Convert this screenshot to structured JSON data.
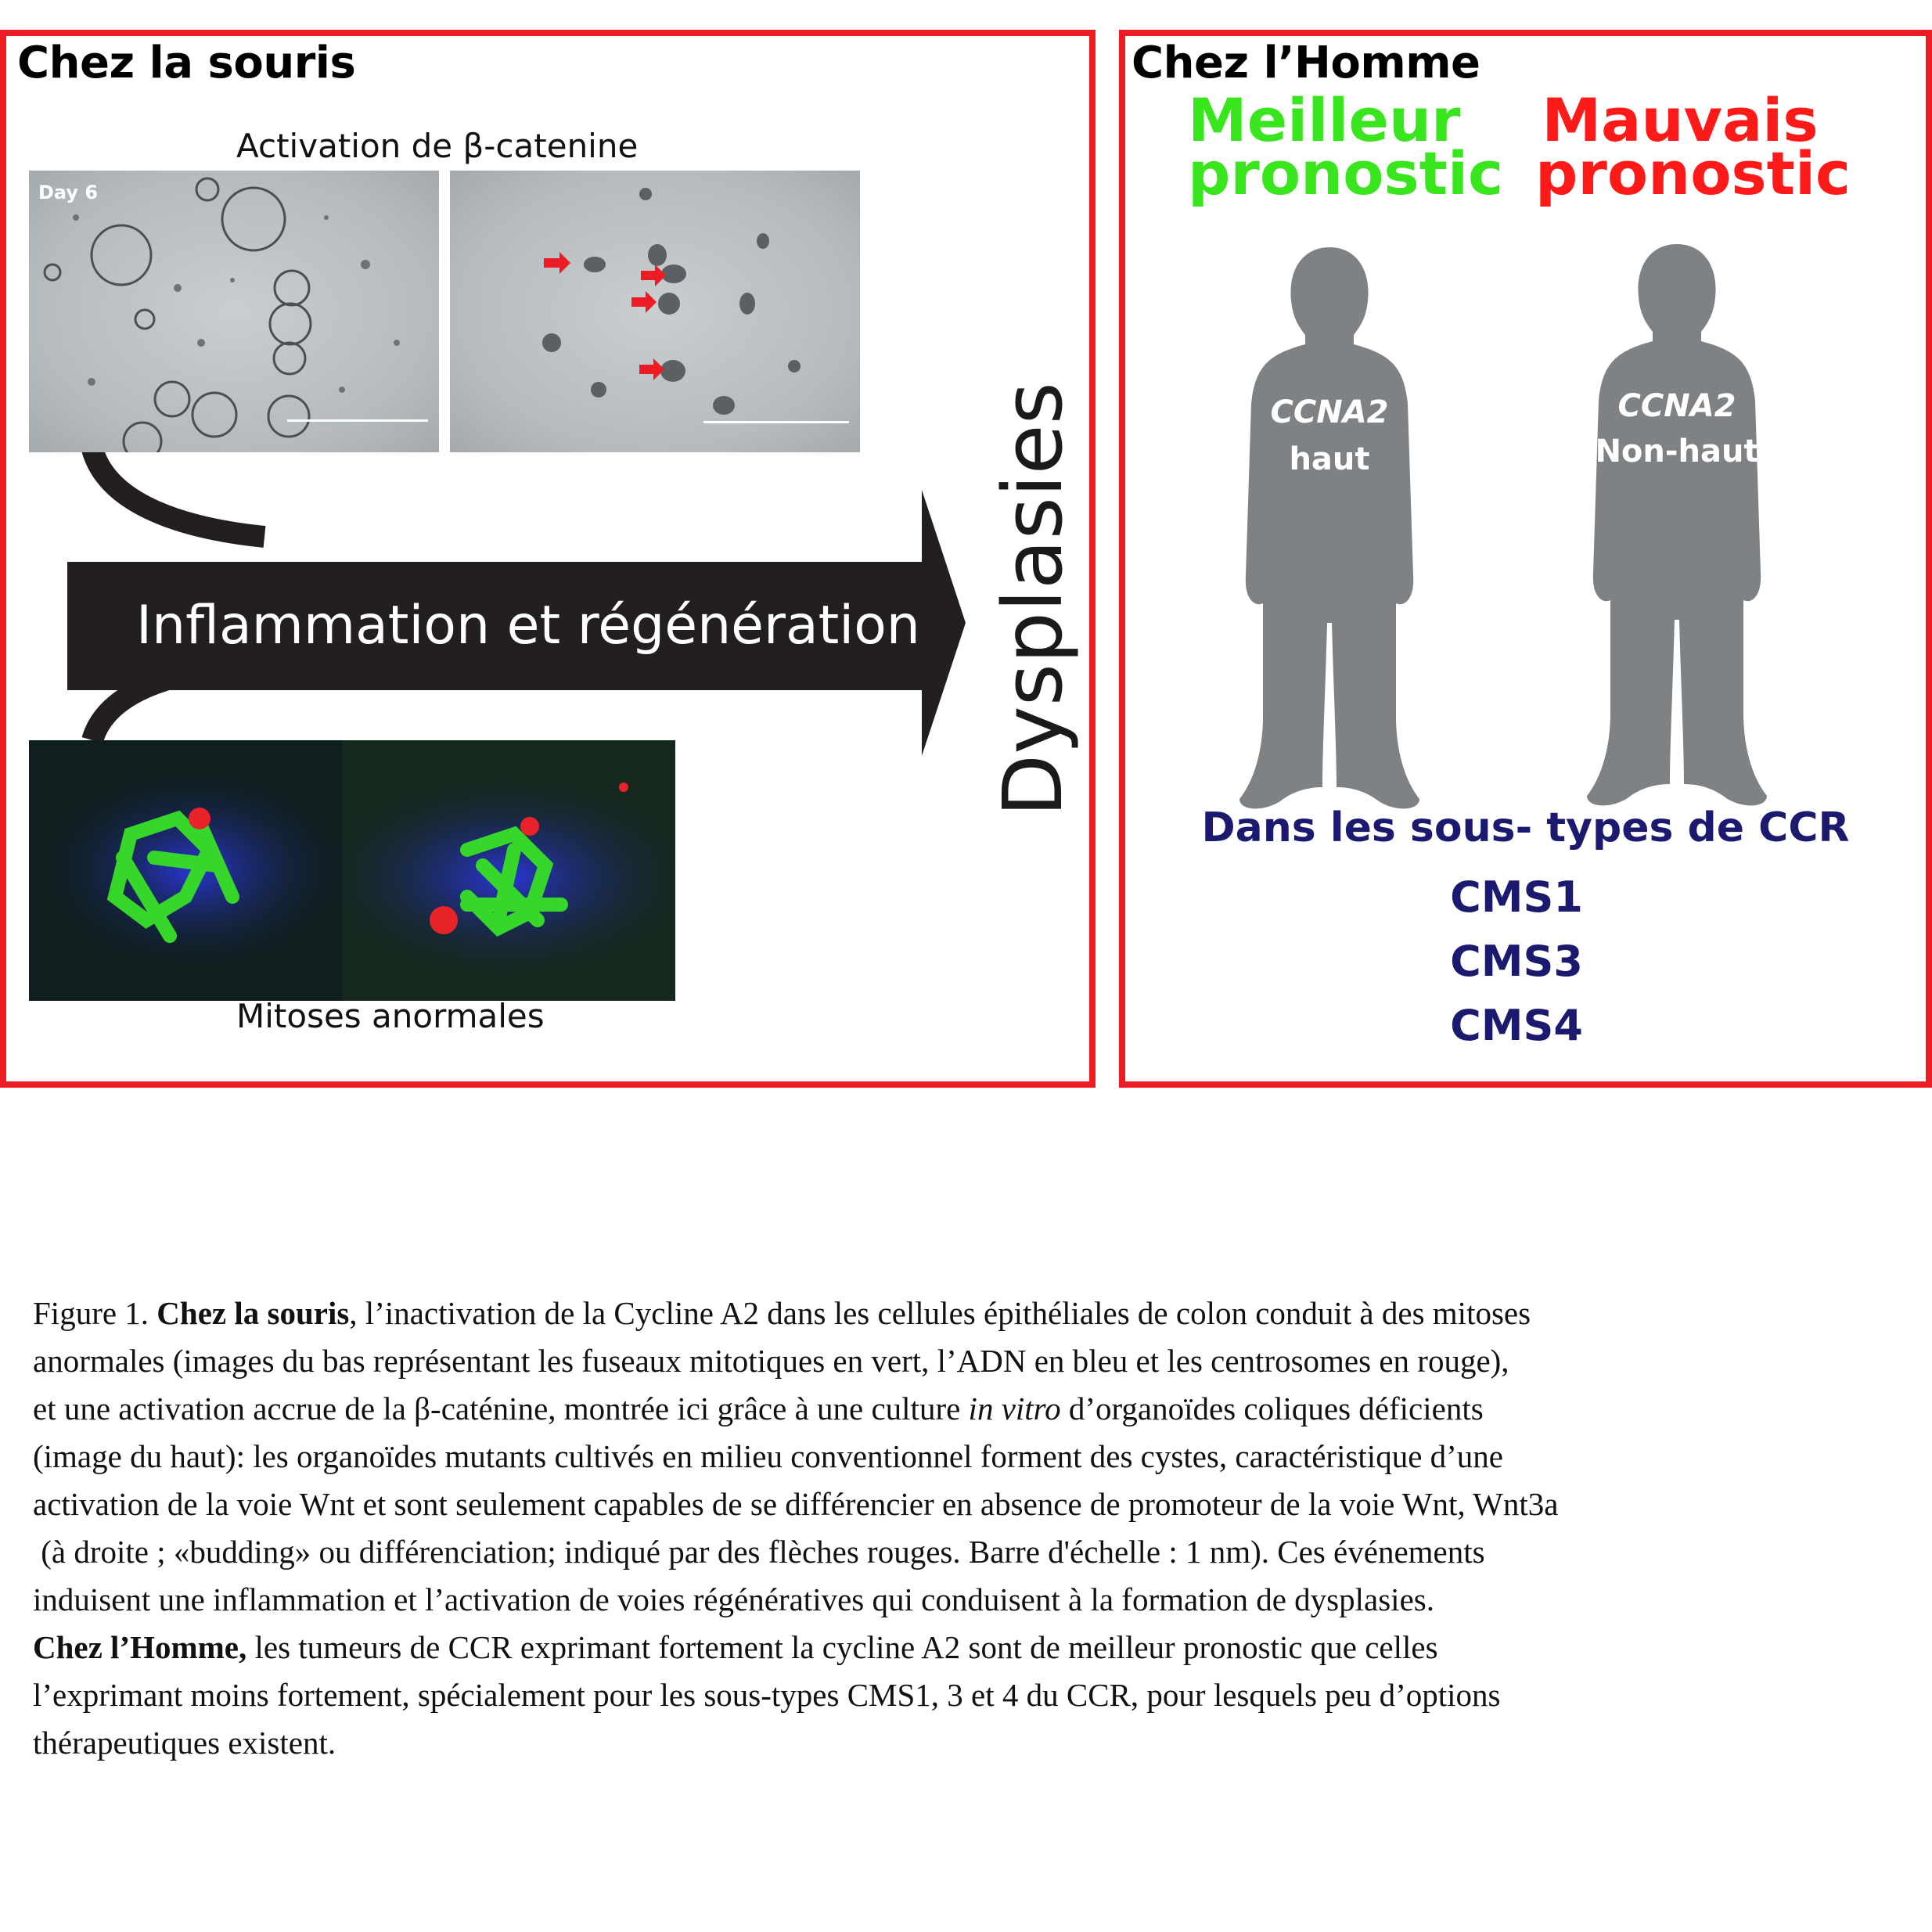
{
  "left_panel": {
    "title": "Chez la souris",
    "top_caption": "Activation de β-catenine",
    "day_label": "Day 6",
    "arrow_text": "Inflammation et régénération",
    "vertical_label": "Dysplasies",
    "bottom_caption": "Mitoses anormales"
  },
  "right_panel": {
    "title": "Chez l’Homme",
    "good_prognosis": {
      "line1": "Meilleur",
      "line2": "pronostic",
      "color": "#39e61e"
    },
    "bad_prognosis": {
      "line1": "Mauvais",
      "line2": "pronostic",
      "color": "#ff1a1a"
    },
    "person_left": {
      "gene": "CCNA2",
      "level": "haut"
    },
    "person_right": {
      "gene": "CCNA2",
      "level": "Non-haut"
    },
    "subtypes_heading": "Dans les sous- types de CCR",
    "subtypes": [
      "CMS1",
      "CMS3",
      "CMS4"
    ]
  },
  "caption": {
    "lines": [
      [
        "Figure 1. ",
        "Chez la souris",
        ", l’inactivation de la Cycline A2 dans les cellules épithéliales de colon conduit à des mitoses"
      ],
      [
        "anormales (images du bas représentant les fuseaux mitotiques en vert, l’ADN en bleu et les centrosomes en rouge),",
        "",
        ""
      ],
      [
        "et une activation accrue de la β-caténine, montrée ici grâce à une culture ",
        "in vitro",
        " d’organoïdes coliques déficients"
      ],
      [
        "(image du haut): les organoïdes mutants cultivés en milieu conventionnel forment des cystes, caractéristique d’une",
        "",
        ""
      ],
      [
        "activation de la voie Wnt et sont seulement capables de se différencier en absence de promoteur de la voie Wnt, Wnt3a",
        "",
        ""
      ],
      [
        " (à droite ; «budding» ou différenciation; indiqué par des flèches rouges. Barre d'échelle : 1 nm). Ces événements",
        "",
        ""
      ],
      [
        "induisent une inflammation et l’activation de voies régénératives qui conduisent à la formation de dysplasies.",
        "",
        ""
      ],
      [
        "",
        "Chez l’Homme,",
        " les tumeurs de CCR exprimant fortement la cycline A2 sont de meilleur pronostic que celles"
      ],
      [
        "l’exprimant moins fortement, spécialement pour les sous-types CMS1, 3 et 4 du CCR, pour lesquels peu d’options",
        "",
        ""
      ],
      [
        "thérapeutiques existent.",
        "",
        ""
      ]
    ]
  }
}
